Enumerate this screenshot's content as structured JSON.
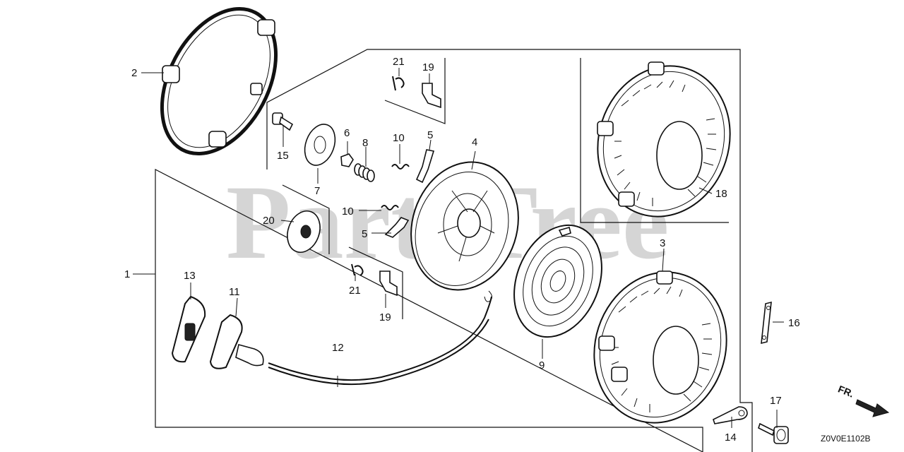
{
  "watermark": "PartsTree",
  "diagram_code": "Z0V0E1102B",
  "direction_label": "FR.",
  "callouts": {
    "c1": "1",
    "c2": "2",
    "c3": "3",
    "c4": "4",
    "c5a": "5",
    "c5b": "5",
    "c6": "6",
    "c7": "7",
    "c8": "8",
    "c9": "9",
    "c10a": "10",
    "c10b": "10",
    "c11": "11",
    "c12": "12",
    "c13": "13",
    "c14": "14",
    "c15": "15",
    "c16": "16",
    "c17": "17",
    "c18": "18",
    "c19a": "19",
    "c19b": "19",
    "c20": "20",
    "c21a": "21",
    "c21b": "21"
  }
}
